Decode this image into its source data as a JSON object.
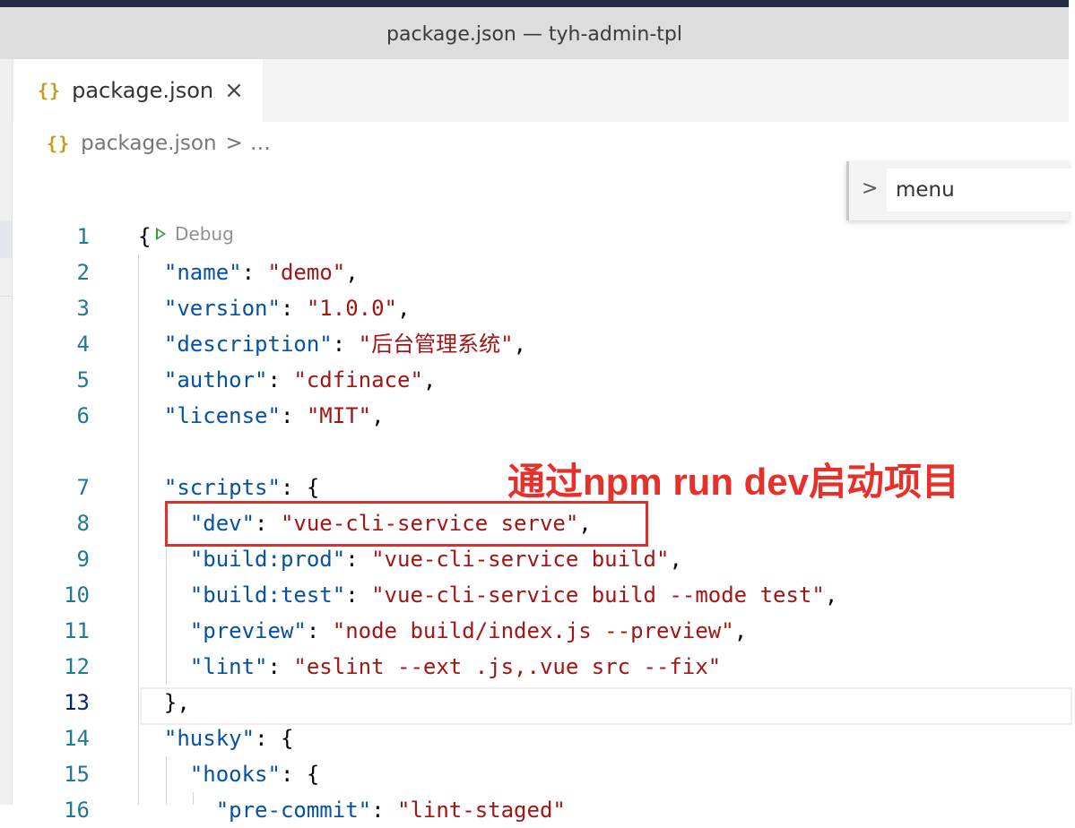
{
  "window": {
    "title": "package.json — tyh-admin-tpl"
  },
  "tabs": [
    {
      "icon": "{}",
      "label": "package.json",
      "close": "×"
    }
  ],
  "breadcrumb": {
    "icon": "{}",
    "file": "package.json",
    "separator": ">",
    "more": "…"
  },
  "find_widget": {
    "toggle": ">",
    "value": "menu"
  },
  "codelens": {
    "label": "Debug"
  },
  "annotation": {
    "text": "通过npm run dev启动项目"
  },
  "colors": {
    "key": "#0451a5",
    "string": "#a31515",
    "line_number": "#237893",
    "annotation": "#e0302a",
    "json_icon": "#c09d20"
  },
  "editor": {
    "active_line": "13",
    "lines": [
      {
        "num": "1",
        "indent": "",
        "parts": [
          {
            "t": "p",
            "v": "{"
          }
        ]
      },
      {
        "num": "2",
        "indent": "  ",
        "parts": [
          {
            "t": "k",
            "v": "\"name\""
          },
          {
            "t": "p",
            "v": ": "
          },
          {
            "t": "s",
            "v": "\"demo\""
          },
          {
            "t": "p",
            "v": ","
          }
        ]
      },
      {
        "num": "3",
        "indent": "  ",
        "parts": [
          {
            "t": "k",
            "v": "\"version\""
          },
          {
            "t": "p",
            "v": ": "
          },
          {
            "t": "s",
            "v": "\"1.0.0\""
          },
          {
            "t": "p",
            "v": ","
          }
        ]
      },
      {
        "num": "4",
        "indent": "  ",
        "parts": [
          {
            "t": "k",
            "v": "\"description\""
          },
          {
            "t": "p",
            "v": ": "
          },
          {
            "t": "s",
            "v": "\"后台管理系统\""
          },
          {
            "t": "p",
            "v": ","
          }
        ]
      },
      {
        "num": "5",
        "indent": "  ",
        "parts": [
          {
            "t": "k",
            "v": "\"author\""
          },
          {
            "t": "p",
            "v": ": "
          },
          {
            "t": "s",
            "v": "\"cdfinace\""
          },
          {
            "t": "p",
            "v": ","
          }
        ]
      },
      {
        "num": "6",
        "indent": "  ",
        "parts": [
          {
            "t": "k",
            "v": "\"license\""
          },
          {
            "t": "p",
            "v": ": "
          },
          {
            "t": "s",
            "v": "\"MIT\""
          },
          {
            "t": "p",
            "v": ","
          }
        ]
      },
      {
        "num": "7",
        "indent": "  ",
        "parts": [
          {
            "t": "k",
            "v": "\"scripts\""
          },
          {
            "t": "p",
            "v": ": {"
          }
        ]
      },
      {
        "num": "8",
        "indent": "    ",
        "parts": [
          {
            "t": "k",
            "v": "\"dev\""
          },
          {
            "t": "p",
            "v": ": "
          },
          {
            "t": "s",
            "v": "\"vue-cli-service serve\""
          },
          {
            "t": "p",
            "v": ","
          }
        ]
      },
      {
        "num": "9",
        "indent": "    ",
        "parts": [
          {
            "t": "k",
            "v": "\"build:prod\""
          },
          {
            "t": "p",
            "v": ": "
          },
          {
            "t": "s",
            "v": "\"vue-cli-service build\""
          },
          {
            "t": "p",
            "v": ","
          }
        ]
      },
      {
        "num": "10",
        "indent": "    ",
        "parts": [
          {
            "t": "k",
            "v": "\"build:test\""
          },
          {
            "t": "p",
            "v": ": "
          },
          {
            "t": "s",
            "v": "\"vue-cli-service build --mode test\""
          },
          {
            "t": "p",
            "v": ","
          }
        ]
      },
      {
        "num": "11",
        "indent": "    ",
        "parts": [
          {
            "t": "k",
            "v": "\"preview\""
          },
          {
            "t": "p",
            "v": ": "
          },
          {
            "t": "s",
            "v": "\"node build/index.js --preview\""
          },
          {
            "t": "p",
            "v": ","
          }
        ]
      },
      {
        "num": "12",
        "indent": "    ",
        "parts": [
          {
            "t": "k",
            "v": "\"lint\""
          },
          {
            "t": "p",
            "v": ": "
          },
          {
            "t": "s",
            "v": "\"eslint --ext .js,.vue src --fix\""
          }
        ]
      },
      {
        "num": "13",
        "indent": "  ",
        "parts": [
          {
            "t": "p",
            "v": "},"
          }
        ]
      },
      {
        "num": "14",
        "indent": "  ",
        "parts": [
          {
            "t": "k",
            "v": "\"husky\""
          },
          {
            "t": "p",
            "v": ": {"
          }
        ]
      },
      {
        "num": "15",
        "indent": "    ",
        "parts": [
          {
            "t": "k",
            "v": "\"hooks\""
          },
          {
            "t": "p",
            "v": ": {"
          }
        ]
      },
      {
        "num": "16",
        "indent": "      ",
        "parts": [
          {
            "t": "k",
            "v": "\"pre-commit\""
          },
          {
            "t": "p",
            "v": ": "
          },
          {
            "t": "s",
            "v": "\"lint-staged\""
          }
        ]
      }
    ]
  }
}
